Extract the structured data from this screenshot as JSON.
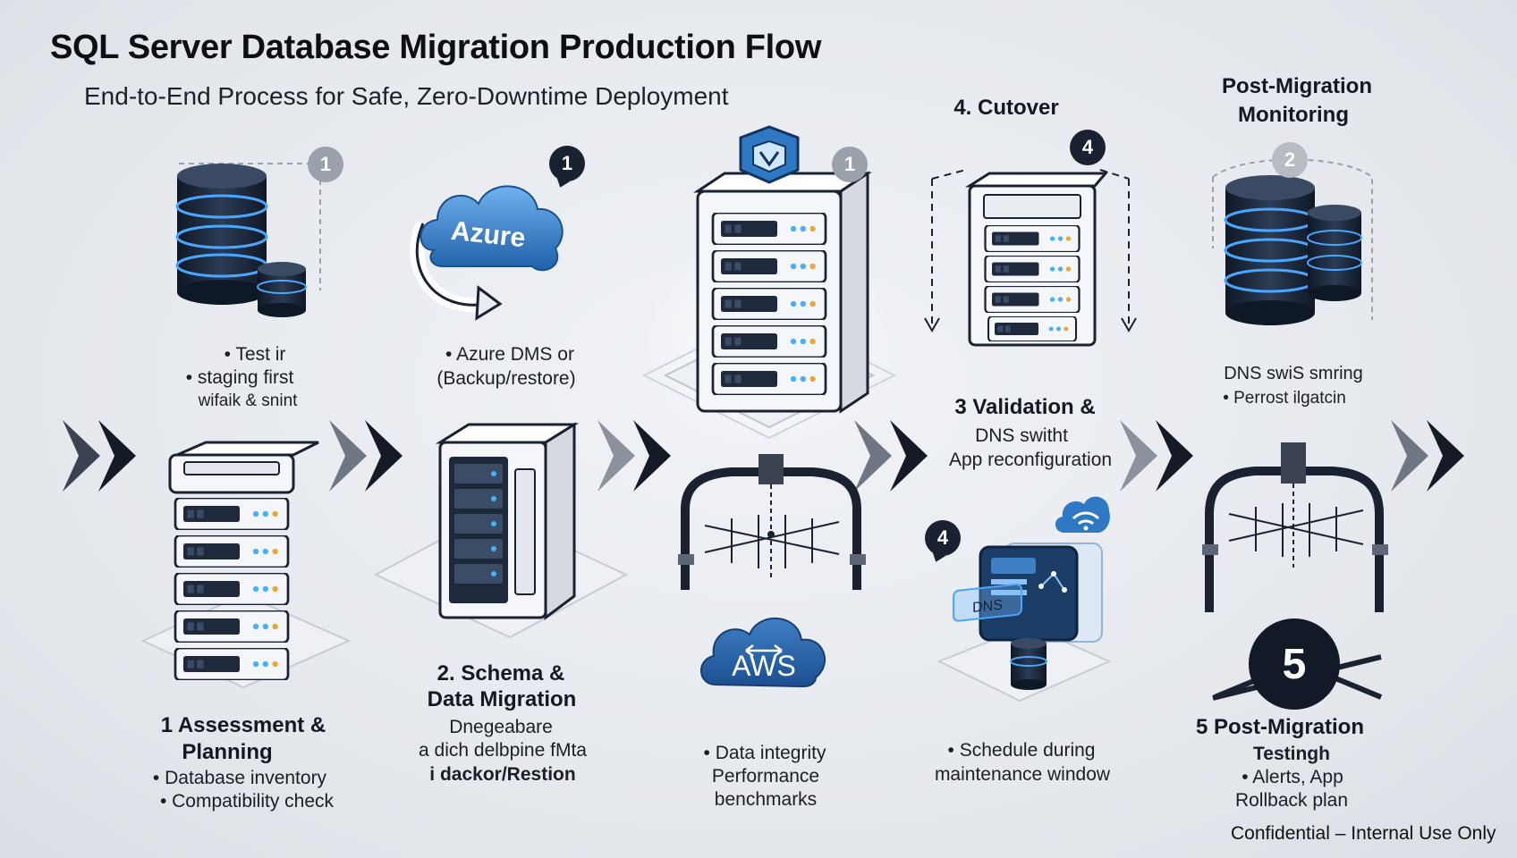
{
  "header": {
    "title": "SQL Server Database Migration Production Flow",
    "subtitle": "End-to-End Process for Safe, Zero-Downtime Deployment"
  },
  "badges": {
    "b1": "1",
    "b2": "1",
    "b3": "1",
    "b4": "4",
    "b5": "2",
    "b6": "4",
    "b7": "5"
  },
  "icons": {
    "azure": "Azure",
    "aws": "AWS",
    "dns_sign": "DNS"
  },
  "stage_top": {
    "s1": [
      "• Test ir",
      "• staging first",
      "wifaik & snint"
    ],
    "s2": [
      "• Azure DMS or",
      "(Backup/restore)"
    ],
    "s4_title": "4. Cutover",
    "s4": [
      "3 Validation &",
      "DNS switht",
      "App reconfiguration"
    ],
    "s5_title_1": "Post-Migration",
    "s5_title_2": "Monitoring",
    "s5": [
      "DNS swiS smring",
      "• Perrost ilgatcin"
    ]
  },
  "stage_bottom": {
    "s1_title_1": "1 Assessment &",
    "s1_title_2": "Planning",
    "s1": [
      "• Database inventory",
      "• Compatibility check"
    ],
    "s2_title_1": "2. Schema &",
    "s2_title_2": "Data Migration",
    "s2": [
      "Dnegeabare",
      "a dich delbpine fMta",
      "i dackor/Restion"
    ],
    "s3": [
      "• Data integrity",
      "Performance",
      "benchmarks"
    ],
    "s4": [
      "• Schedule during",
      "maintenance window"
    ],
    "s5_title_1": "5  Post-Migration",
    "s5_title_2": "Testingh",
    "s5": [
      "• Alerts, App",
      "Rollback plan"
    ]
  },
  "footer": "Confidential – Internal Use Only",
  "colors": {
    "accent_blue": "#2f78c4",
    "navy": "#1a2130",
    "server_face": "#f4f6f9",
    "drive_dark": "#1e2a3c",
    "glow": "#5ec0ff"
  }
}
